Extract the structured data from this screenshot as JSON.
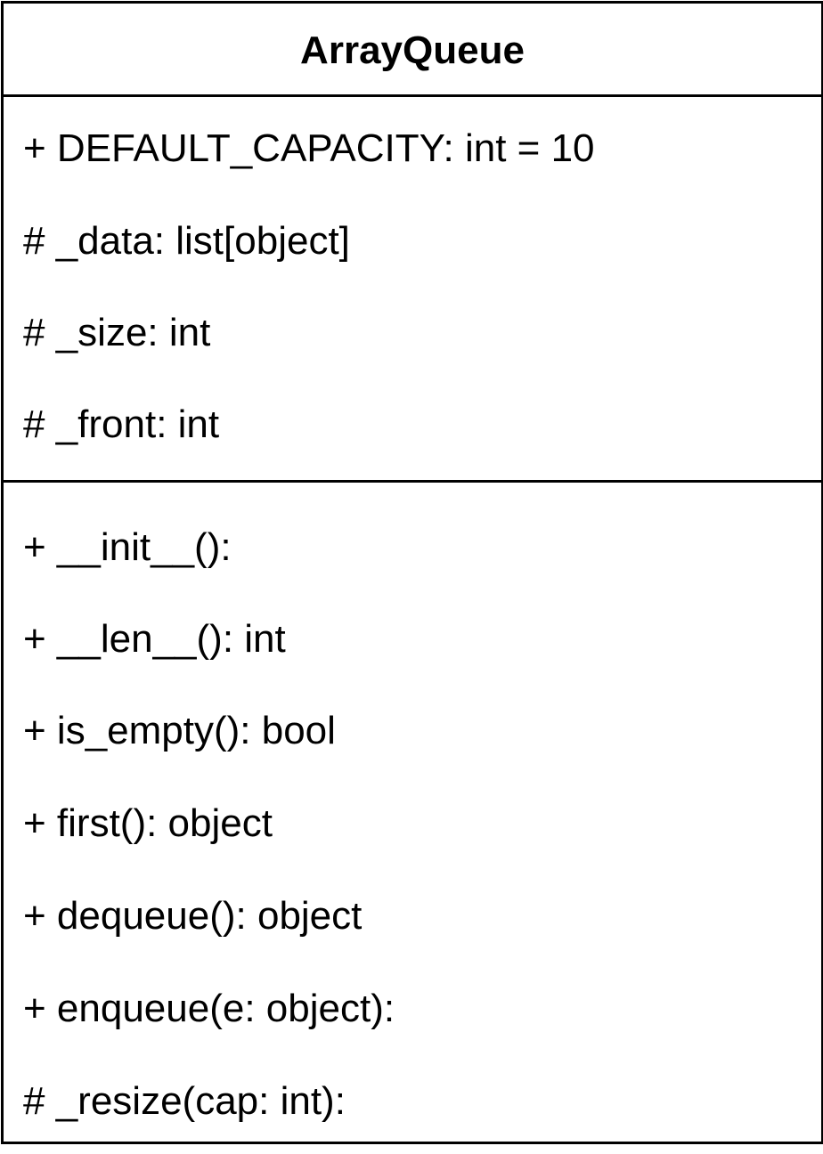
{
  "class": {
    "name": "ArrayQueue",
    "attributes": [
      "+ DEFAULT_CAPACITY: int = 10",
      "# _data: list[object]",
      "# _size: int",
      "# _front: int"
    ],
    "operations": [
      "+ __init__():",
      "+ __len__(): int",
      "+ is_empty(): bool",
      "+ first(): object",
      "+ dequeue(): object",
      "+ enqueue(e: object):",
      "# _resize(cap: int):"
    ]
  }
}
